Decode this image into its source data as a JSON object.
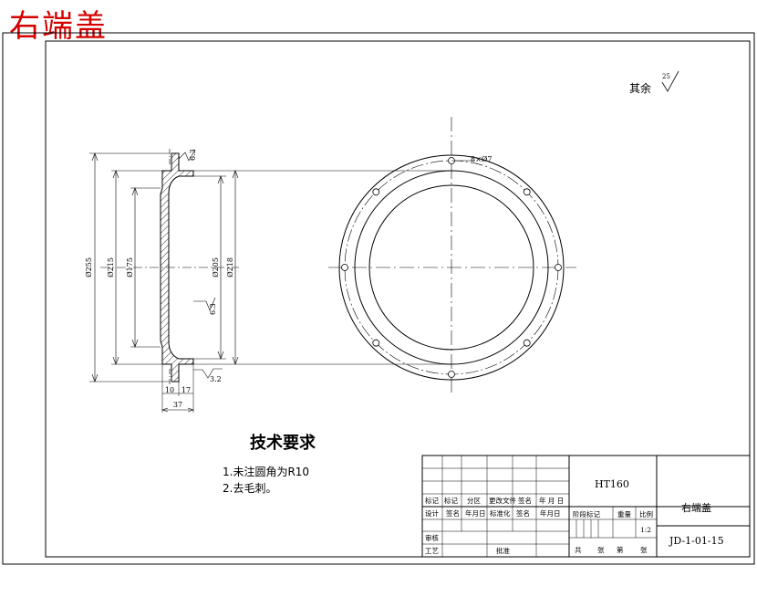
{
  "page_title": "右端盖",
  "roughness": {
    "prefix": "其余",
    "value": "25"
  },
  "dimensions": {
    "d255": "Ø255",
    "d215_outer": "Ø215",
    "d175": "Ø175",
    "d205": "Ø205",
    "d218": "Ø218",
    "w10": "10",
    "w17": "17",
    "w37": "37",
    "chamfer_top": "6.3",
    "chamfer_mid": "6.3",
    "chamfer_bottom": "3.2",
    "holes": "8×Ø7"
  },
  "notes": {
    "title": "技术要求",
    "items": [
      "1.未注圆角为R10",
      "2.去毛刺。"
    ]
  },
  "title_block": {
    "material": "HT160",
    "part_name": "右端盖",
    "drawing_no": "JD-1-01-15",
    "scale": "1:2",
    "row_labels": [
      "标记",
      "标记",
      "分区",
      "更改文件",
      "签名",
      "年 月 日"
    ],
    "design": [
      "设计",
      "签名",
      "年月日",
      "标准化",
      "签名",
      "年月日"
    ],
    "review": "审核",
    "process": "工艺",
    "approve": "批准",
    "stage_label": "阶段标记",
    "weight_label": "重量",
    "scale_label": "比例",
    "sheets": [
      "共",
      "张",
      "第",
      "张"
    ]
  }
}
